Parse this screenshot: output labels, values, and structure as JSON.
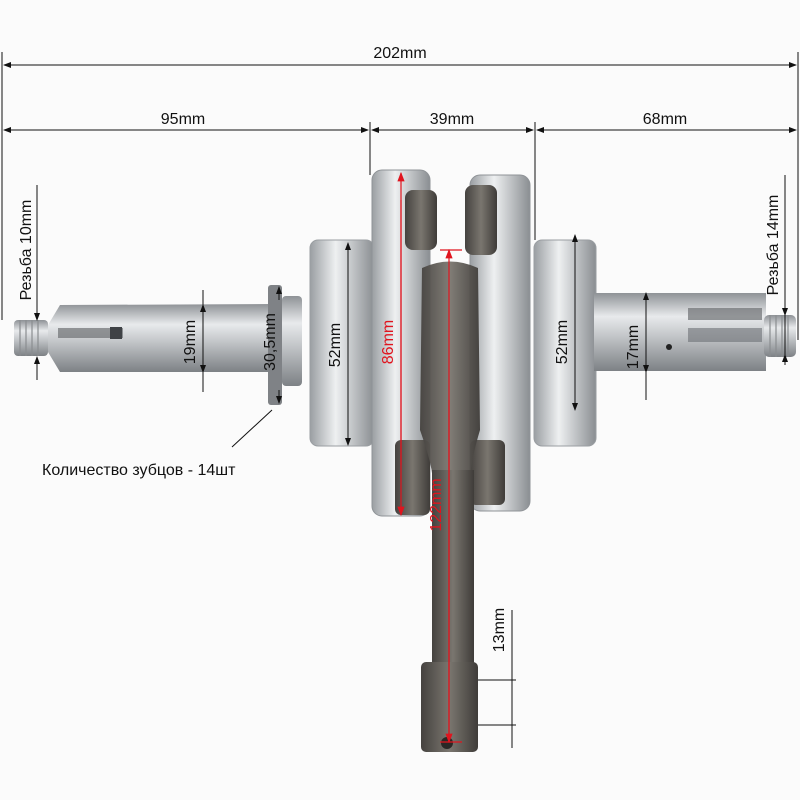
{
  "dimensions": {
    "overall_length": "202mm",
    "left_length": "95mm",
    "center_width": "39mm",
    "right_length": "68mm",
    "left_thread": "Резьба 10mm",
    "right_thread": "Резьба 14mm",
    "left_shaft_diameter": "19mm",
    "sprocket_diameter": "30,5mm",
    "left_bearing_diameter": "52mm",
    "flywheel_diameter": "86mm",
    "rod_length": "122mm",
    "right_bearing_diameter": "52mm",
    "right_shaft_diameter": "17mm",
    "small_end_width": "13mm"
  },
  "note": "Количество зубцов - 14шт",
  "colors": {
    "annotation": "#111111",
    "highlight": "#e0141e",
    "steel": "#b9bcbf",
    "dark_steel": "#5c5a57"
  }
}
